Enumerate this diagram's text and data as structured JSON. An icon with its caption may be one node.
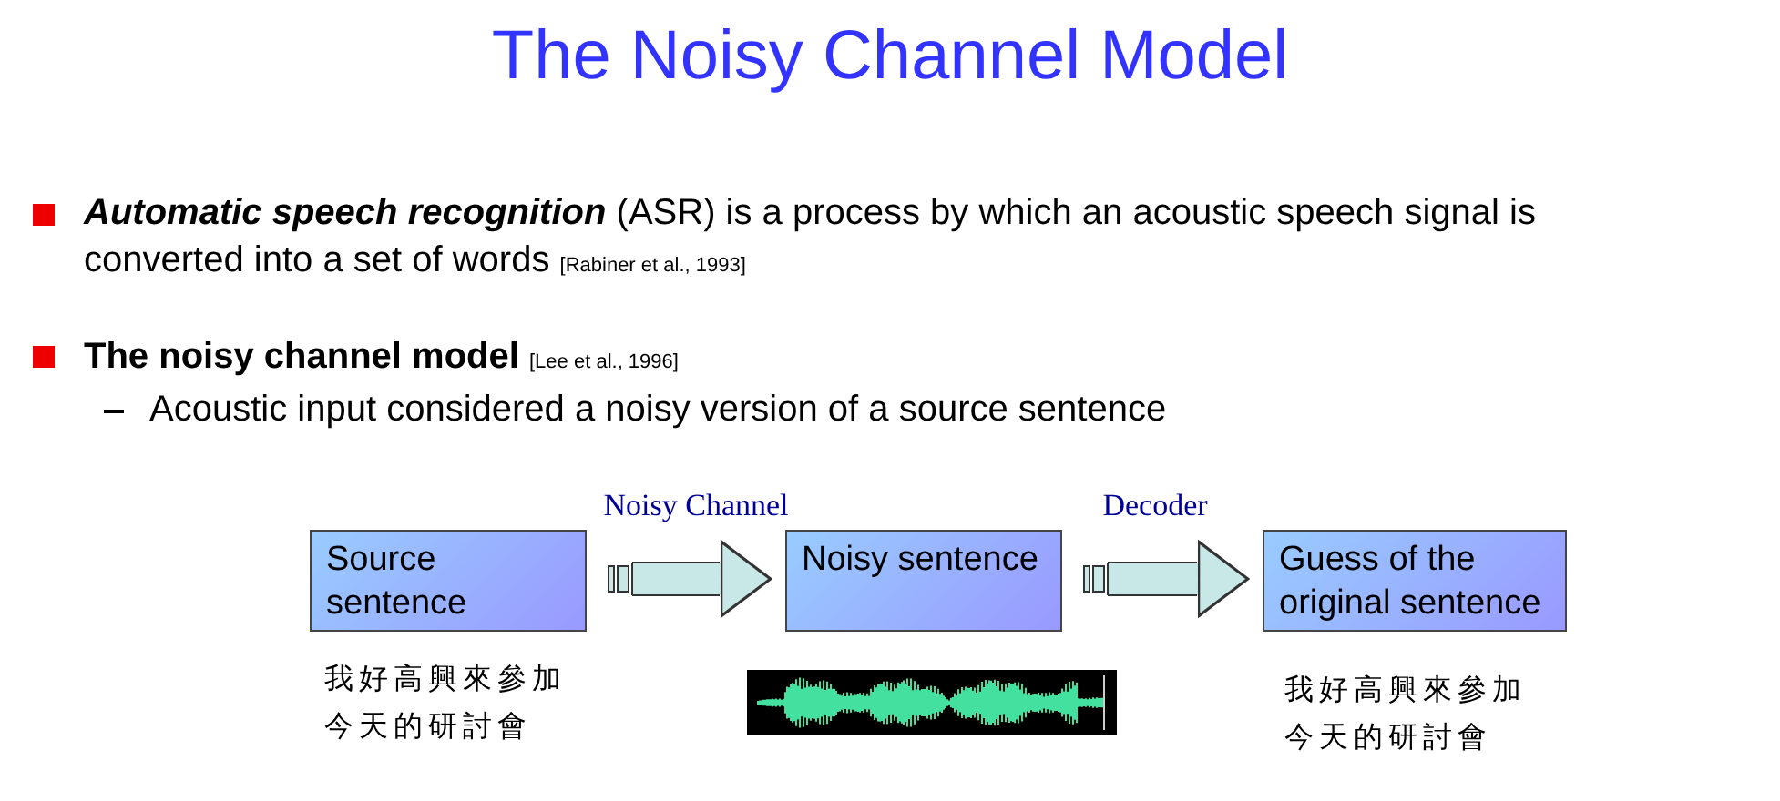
{
  "diagram": {
    "title": "The Noisy Channel Model",
    "nodes": [
      {
        "text": [
          "Source sentence"
        ],
        "beside": [
          "我好高興來參加今天的研討會"
        ]
      },
      {
        "text": [
          "Noisy sentence"
        ]
      },
      {
        "text": [
          "Guess of the original sentence"
        ],
        "beside": [
          "我好高興來參加今天的研討會"
        ]
      }
    ],
    "edges": [
      {
        "from": 0,
        "to": 1,
        "arrow": "to",
        "label": "Noisy Channel"
      },
      {
        "from": 1,
        "to": 2,
        "arrow": "to",
        "label": "Decoder"
      }
    ],
    "labels": [
      "Automatic speech recognition",
      "(ASR) is a process by which an acoustic speech signal is converted into a set of words",
      "[Rabiner et al., 1993]",
      "The noisy channel model",
      "[Lee et al., 1996]",
      "Acoustic input considered a noisy version of a source sentence"
    ]
  }
}
